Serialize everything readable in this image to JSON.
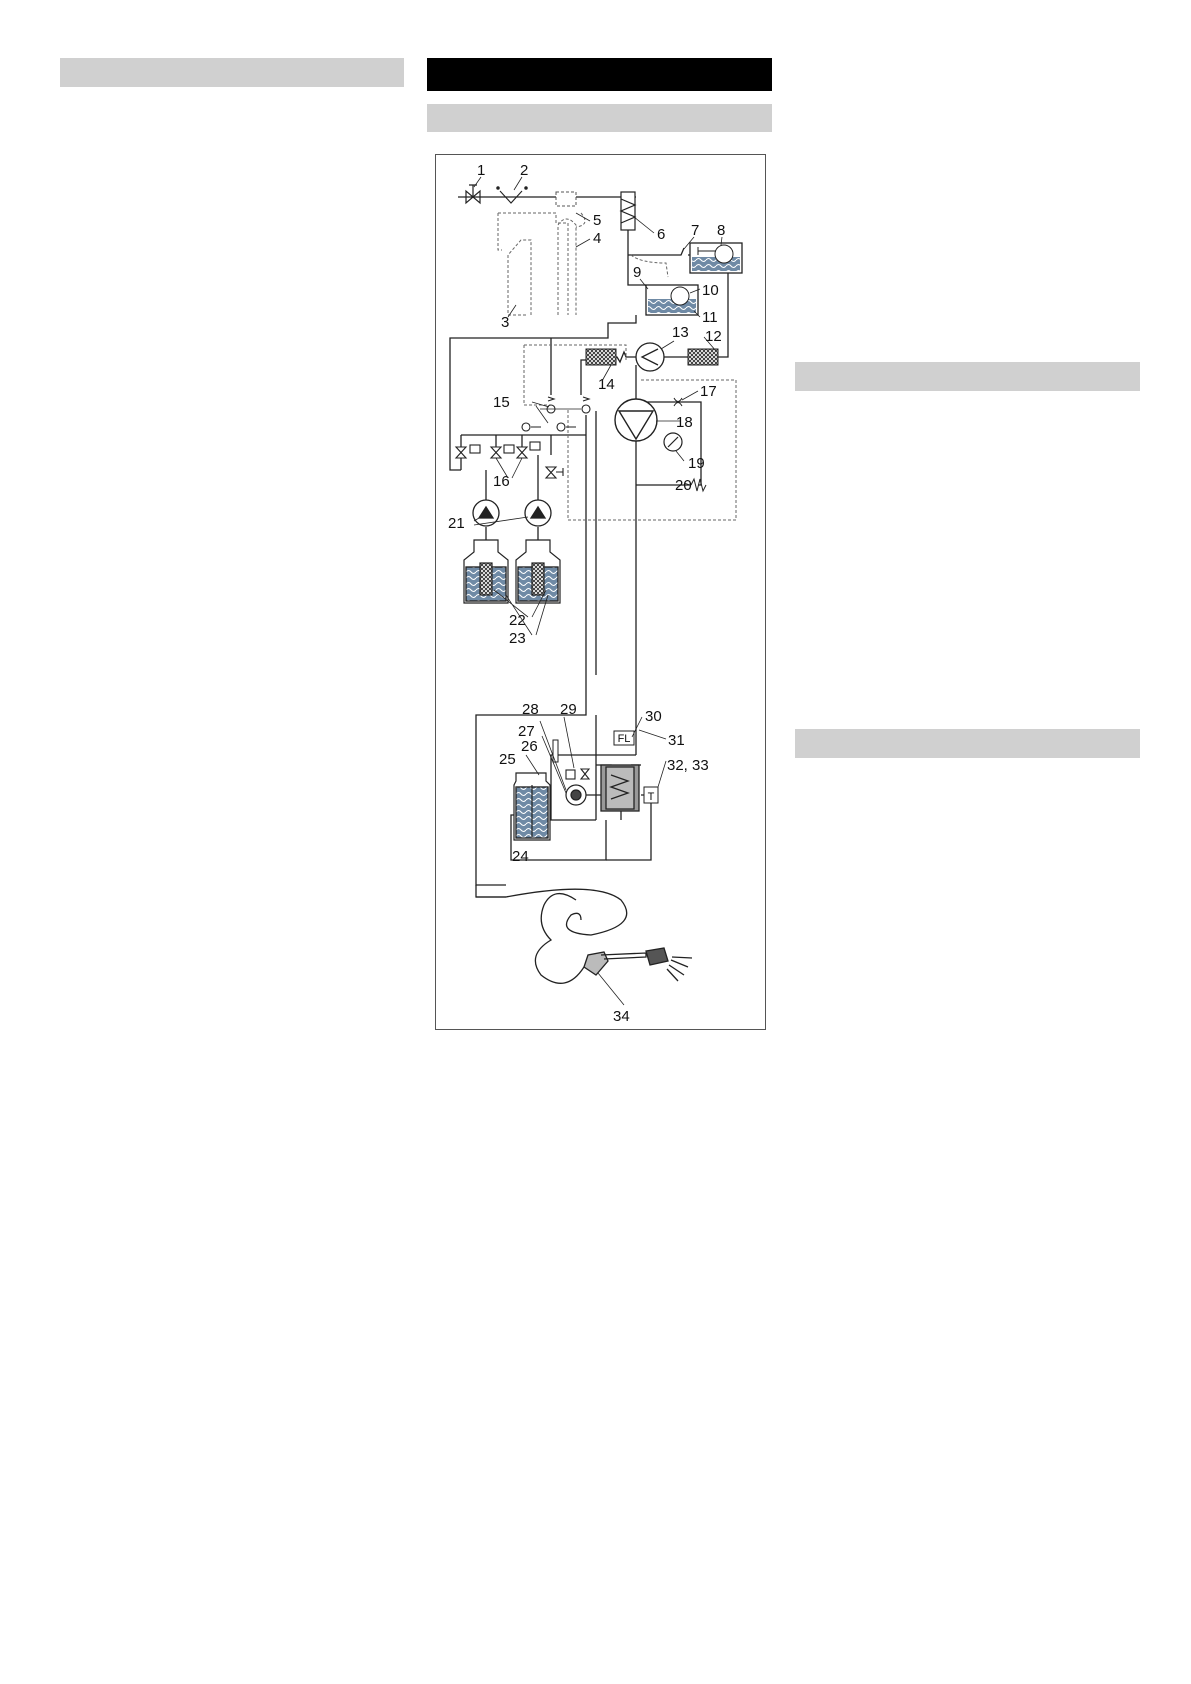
{
  "diagram": {
    "labels": [
      "1",
      "2",
      "3",
      "4",
      "5",
      "6",
      "7",
      "8",
      "9",
      "10",
      "11",
      "12",
      "13",
      "14",
      "15",
      "16",
      "17",
      "18",
      "19",
      "20",
      "21",
      "22",
      "23",
      "24",
      "25",
      "26",
      "27",
      "28",
      "29",
      "30",
      "31",
      "32, 33",
      "34"
    ],
    "float_switch_text": "FL",
    "thermostat_text": "T"
  },
  "colors": {
    "section_bar": "#d0d0d0",
    "title_bar": "#000000",
    "liquid": "#6f8aa5"
  }
}
